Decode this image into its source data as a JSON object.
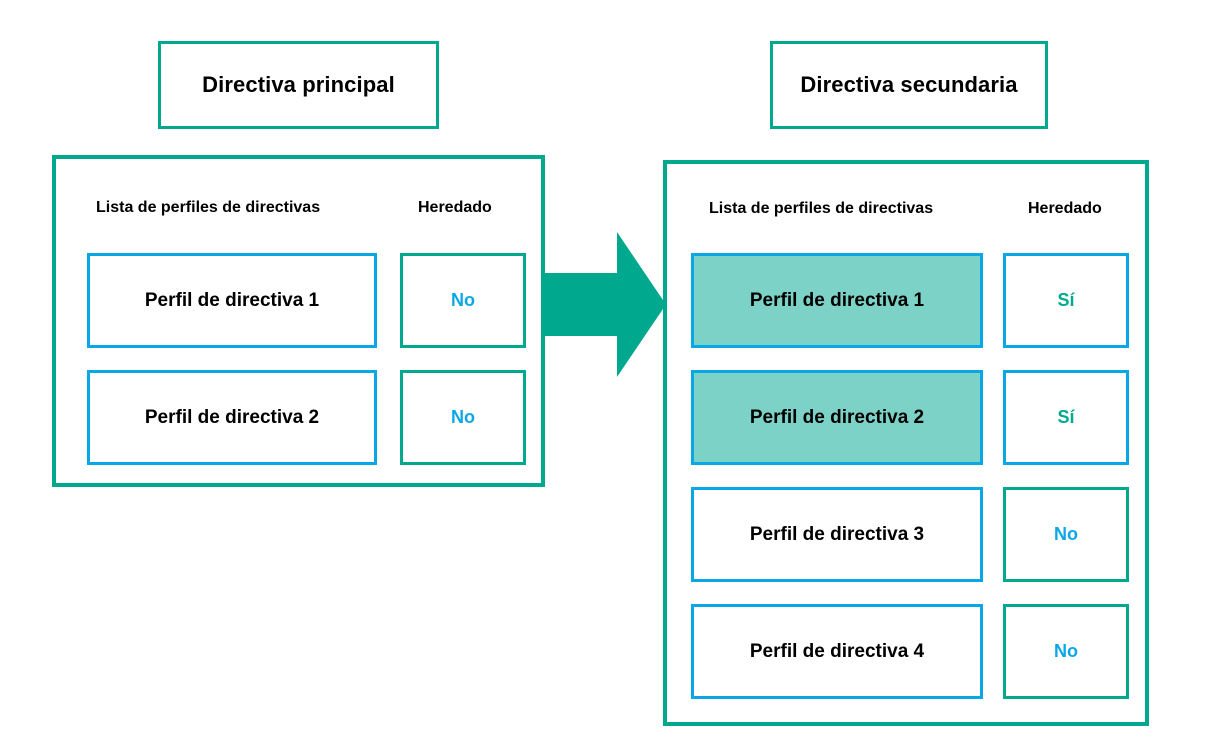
{
  "diagram": {
    "title_primary": "Directiva principal",
    "title_secondary": "Directiva secundaria",
    "arrow_icon": "right-block-arrow-icon",
    "colors": {
      "green": "#00a88e",
      "blue": "#0aa7e6",
      "highlight_fill": "#7cd2c6",
      "text": "#000000",
      "background": "#ffffff"
    }
  },
  "primary_policy": {
    "title": "Directiva principal",
    "headers": {
      "list": "Lista de perfiles de directivas",
      "inherited": "Heredado"
    },
    "rows": [
      {
        "profile": "Perfil de directiva 1",
        "inherited": "No",
        "highlighted": false,
        "inherited_border": "green",
        "inherited_value_color": "blue"
      },
      {
        "profile": "Perfil de directiva 2",
        "inherited": "No",
        "highlighted": false,
        "inherited_border": "green",
        "inherited_value_color": "blue"
      }
    ]
  },
  "secondary_policy": {
    "title": "Directiva secundaria",
    "headers": {
      "list": "Lista de perfiles de directivas",
      "inherited": "Heredado"
    },
    "rows": [
      {
        "profile": "Perfil de directiva 1",
        "inherited": "Sí",
        "highlighted": true,
        "inherited_border": "blue",
        "inherited_value_color": "green"
      },
      {
        "profile": "Perfil de directiva 2",
        "inherited": "Sí",
        "highlighted": true,
        "inherited_border": "blue",
        "inherited_value_color": "green"
      },
      {
        "profile": "Perfil de directiva 3",
        "inherited": "No",
        "highlighted": false,
        "inherited_border": "green",
        "inherited_value_color": "blue"
      },
      {
        "profile": "Perfil de directiva 4",
        "inherited": "No",
        "highlighted": false,
        "inherited_border": "green",
        "inherited_value_color": "blue"
      }
    ]
  }
}
